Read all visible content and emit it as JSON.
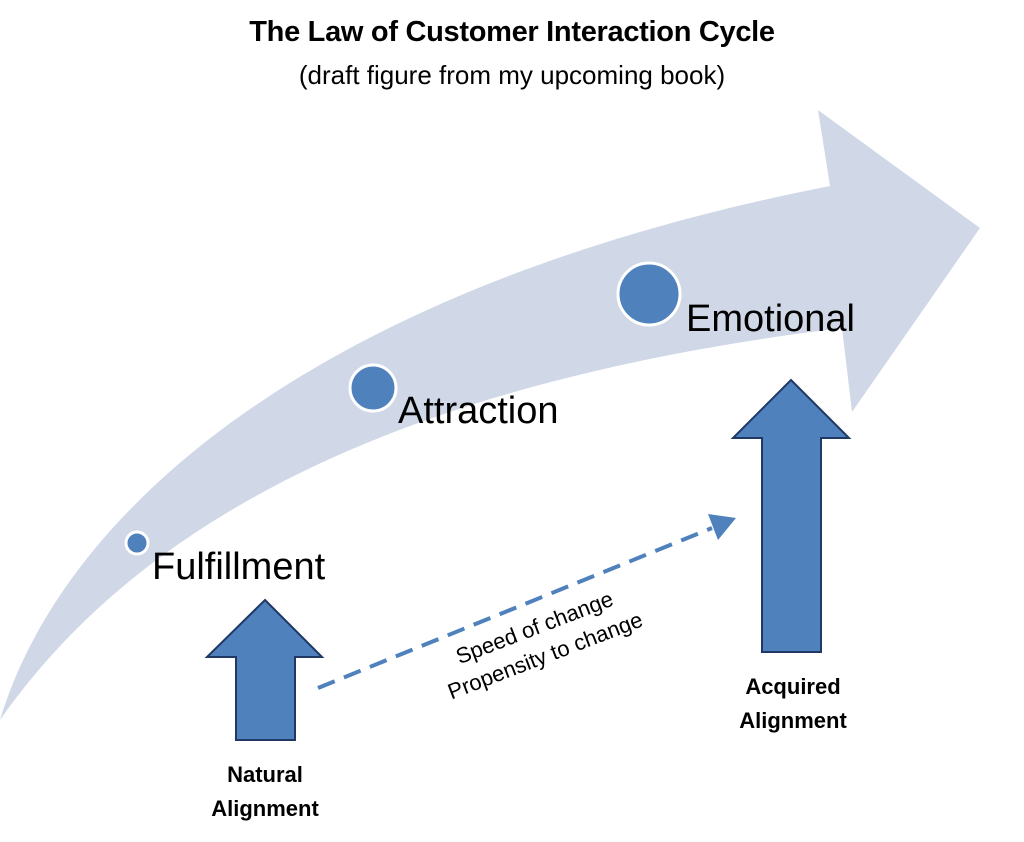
{
  "title": "The Law of Customer Interaction Cycle",
  "subtitle": "(draft figure from my upcoming book)",
  "stages": [
    {
      "label": "Fulfillment"
    },
    {
      "label": "Attraction"
    },
    {
      "label": "Emotional"
    }
  ],
  "alignments": {
    "natural": {
      "line1": "Natural",
      "line2": "Alignment"
    },
    "acquired": {
      "line1": "Acquired",
      "line2": "Alignment"
    }
  },
  "change": {
    "line1": "Speed of change",
    "line2": "Propensity to change"
  },
  "colors": {
    "big_arrow": "#d0d8e8",
    "accent_blue": "#4f81bd",
    "arrow_outline": "#1f3864",
    "circle_stroke": "#ffffff"
  }
}
